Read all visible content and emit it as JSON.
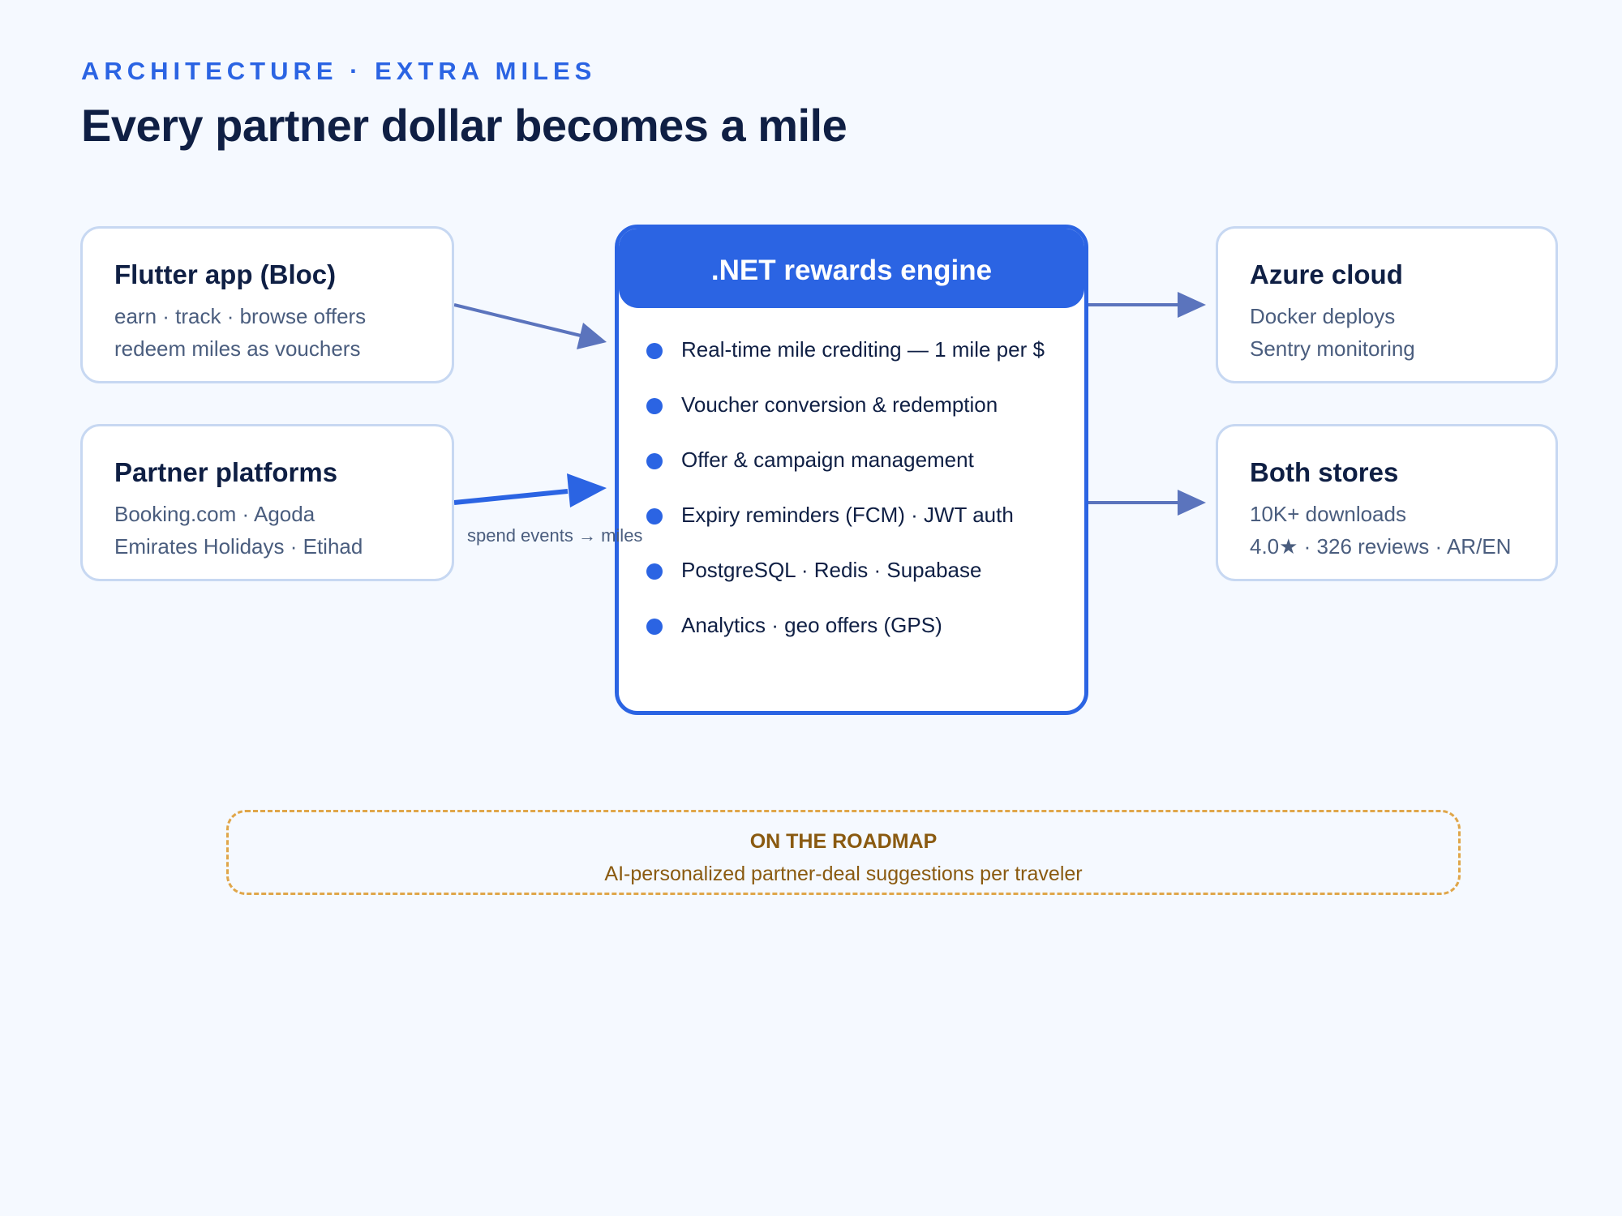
{
  "header": {
    "eyebrow": "ARCHITECTURE · EXTRA MILES",
    "title": "Every partner dollar becomes a mile"
  },
  "sources": [
    {
      "title": "Flutter app (Bloc)",
      "lines": [
        "earn · track · browse offers",
        "redeem miles as vouchers"
      ]
    },
    {
      "title": "Partner platforms",
      "lines": [
        "Booking.com · Agoda",
        "Emirates Holidays · Etihad"
      ]
    }
  ],
  "engine": {
    "title": ".NET rewards engine",
    "items": [
      "Real-time mile crediting — 1 mile per $",
      "Voucher conversion & redemption",
      "Offer & campaign management",
      "Expiry reminders (FCM) · JWT auth",
      "PostgreSQL · Redis · Supabase",
      "Analytics · geo offers (GPS)"
    ]
  },
  "targets": [
    {
      "title": "Azure cloud",
      "lines": [
        "Docker deploys",
        "Sentry monitoring"
      ]
    },
    {
      "title": "Both stores",
      "lines": [
        "10K+ downloads",
        "4.0★ · 326 reviews · AR/EN"
      ]
    }
  ],
  "edge_label": "spend events → miles",
  "roadmap": {
    "title": "ON THE ROADMAP",
    "text": "AI-personalized partner-deal suggestions per traveler"
  },
  "colors": {
    "accent": "#2b64e3",
    "secondary_arrow": "#5b74bd",
    "roadmap": "#e0a64a",
    "background": "#f5f9ff"
  }
}
